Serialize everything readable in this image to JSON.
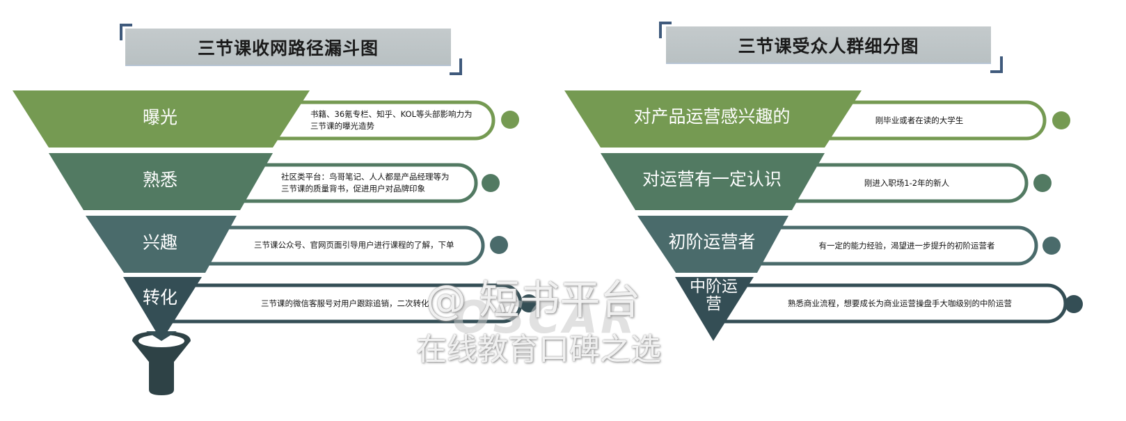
{
  "left_panel": {
    "title": "三节课收网路径漏斗图",
    "layers": [
      {
        "label": "曝光",
        "description_lines": [
          "书籍、36氪专栏、知乎、KOL等头部影响力为",
          "三节课的曝光造势"
        ],
        "color": "#759a52"
      },
      {
        "label": "熟悉",
        "description_lines": [
          "社区类平台：鸟哥笔记、人人都是产品经理等为",
          "三节课的质量背书，促进用户对品牌印象"
        ],
        "color": "#527a62"
      },
      {
        "label": "兴趣",
        "description_lines": [
          "三节课公众号、官网页面引导用户进行课程的了解，下单"
        ],
        "color": "#4a6b6b"
      },
      {
        "label": "转化",
        "description_lines": [
          "三节课的微信客服号对用户跟踪追销，二次转化"
        ],
        "color": "#344e55"
      }
    ],
    "funnel_icon": "funnel-icon"
  },
  "right_panel": {
    "title": "三节课受众人群细分图",
    "layers": [
      {
        "label": "对产品运营感兴趣的",
        "description_lines": [
          "刚毕业或者在读的大学生"
        ],
        "color": "#759a52"
      },
      {
        "label": "对运营有一定认识",
        "description_lines": [
          "刚进入职场1-2年的新人"
        ],
        "color": "#527a62"
      },
      {
        "label": "初阶运营者",
        "description_lines": [
          "有一定的能力经验，渴望进一步提升的初阶运营者"
        ],
        "color": "#4a6b6b"
      },
      {
        "label_lines": [
          "中阶运",
          "营"
        ],
        "description_lines": [
          "熟悉商业流程，想要成长为商业运营操盘手大咖级别的中阶运营"
        ],
        "color": "#344e55"
      }
    ]
  },
  "watermark": {
    "line1": "@ 短书平台",
    "line2": "在线教育口碑之选",
    "brand": "OSCAR"
  },
  "colors": {
    "title_bg": "#bcc3c5",
    "bracket": "#3f5a7c",
    "layer1": "#759a52",
    "layer2": "#527a62",
    "layer3": "#4a6b6b",
    "layer4": "#344e55",
    "funnel_icon": "#2e4246"
  }
}
